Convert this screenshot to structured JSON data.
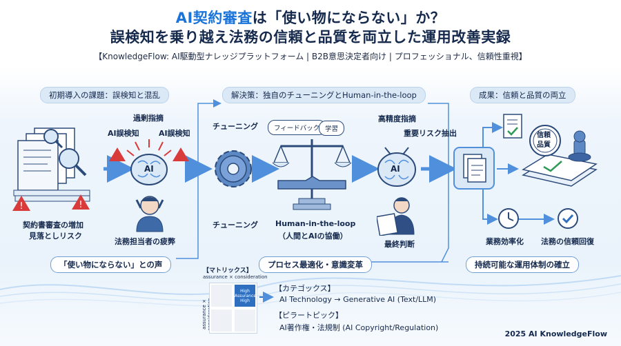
{
  "header": {
    "title_hl": "AI契約審査",
    "title_rest": "は「使い物にならない」か？",
    "title_line2": "誤検知を乗り越え法務の信頼と品質を両立した運用改善実録",
    "subtitle": "【KnowledgeFlow: AI駆動型ナレッジプラットフォーム | B2B意思決定者向け | プロフェッショナル、信頼性重視】"
  },
  "section1": {
    "pill": "初期導入の課題：誤検知と混乱",
    "label_excess": "過剰指摘",
    "label_err1": "AI誤検知",
    "label_err2": "AI誤検知",
    "label_increase_l1": "契約書審査の増加",
    "label_increase_l2": "見落としリスク",
    "label_fatigue": "法務担当者の疲弊",
    "ai_text": "AI",
    "voice_pill": "「使い物にならない」との声"
  },
  "section2": {
    "pill": "解決策：独自のチューニングとHuman-in-the-loop",
    "tuning_top": "チューニング",
    "tuning_bottom": "チューニング",
    "bubble_feedback": "フィードバック",
    "bubble_learn": "学習",
    "hitl_l1": "Human-in-the-loop",
    "hitl_l2": "（人間とAIの協働）",
    "precision": "高精度指摘",
    "risk": "重要リスク抽出",
    "final": "最終判断",
    "ai_text": "AI",
    "process_pill": "プロセス最適化・意識変革"
  },
  "section3": {
    "pill": "成果：信頼と品質の両立",
    "seal_l1": "信頼",
    "seal_l2": "品質",
    "efficiency": "業務効率化",
    "trust": "法務の信頼回復",
    "sustain_pill": "持続可能な運用体制の確立"
  },
  "matrix": {
    "title": "【マトリックス】",
    "xaxis": "assurance × consideration",
    "yaxis": "assurance × consideration",
    "cell_l1": "High",
    "cell_l2": "Assurance,",
    "cell_l3": "High"
  },
  "categories": {
    "cat_head": "【カテゴックス】",
    "cat_value": "AI Technology → Generative AI (Text/LLM)",
    "pillar_head": "【ピラートピック】",
    "pillar_value": "AI著作権・法規制 (AI Copyright/Regulation)"
  },
  "footer": "2025 AI KnowledgeFlow",
  "colors": {
    "accent": "#1a73d9",
    "navy": "#15294d",
    "alert": "#d93a3a"
  }
}
